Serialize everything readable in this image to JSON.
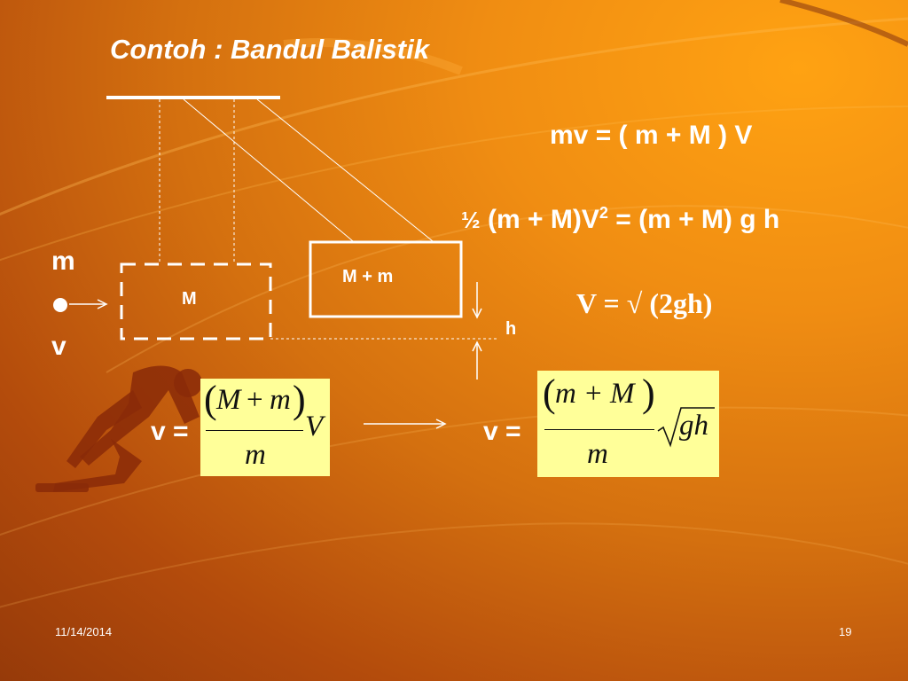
{
  "slide": {
    "title": "Contoh :  Bandul Balistik",
    "eq1": "mv  =  ( m + M ) V",
    "eq2_half": "½",
    "eq2_left": " (m + M)V",
    "eq2_sup": "2",
    "eq2_right": " = (m + M) g h",
    "eq3": "V  = √ (2gh)",
    "label_m": "m",
    "label_v": "v",
    "box_M": "M",
    "box_Mm": "M + m",
    "label_h": "h",
    "v_eq_left": "v =",
    "v_eq_right": "v =",
    "formula1": {
      "num_a": "M",
      "num_plus": "+",
      "num_b": "m",
      "tail": "V",
      "den": "m"
    },
    "formula2": {
      "num_a": "m",
      "num_plus": "+",
      "num_b": "M",
      "den": "m",
      "root": "gh"
    },
    "footer_date": "11/14/2014",
    "footer_page": "19"
  },
  "colors": {
    "formula_bg": "#ffff99",
    "text": "#ffffff",
    "runner": "#8a2a08"
  }
}
